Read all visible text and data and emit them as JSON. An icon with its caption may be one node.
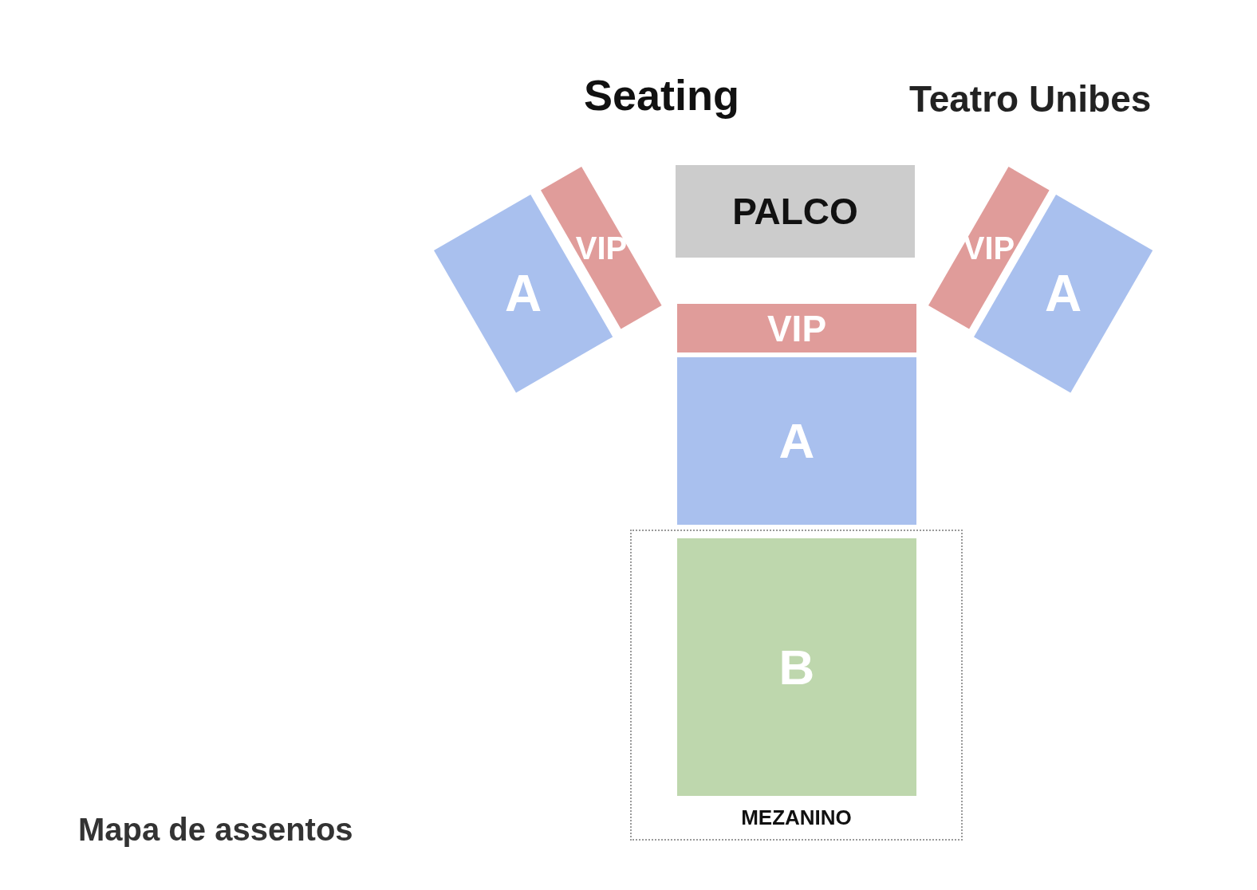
{
  "diagram": {
    "caption": "Mapa de assentos",
    "nodes": [
      {
        "text": [
          "A"
        ]
      },
      {
        "text": [
          "VIP"
        ]
      },
      {
        "text": [
          "PALCO"
        ]
      },
      {
        "text": [
          "VIP"
        ]
      },
      {
        "text": [
          "A"
        ]
      },
      {
        "text": [
          "VIP"
        ]
      },
      {
        "text": [
          "A"
        ]
      },
      {
        "text": [
          "MEZANINO"
        ]
      },
      {
        "text": [
          "B"
        ],
        "in": 7
      }
    ],
    "labels": [
      "Seating",
      "Teatro Unibes"
    ]
  }
}
